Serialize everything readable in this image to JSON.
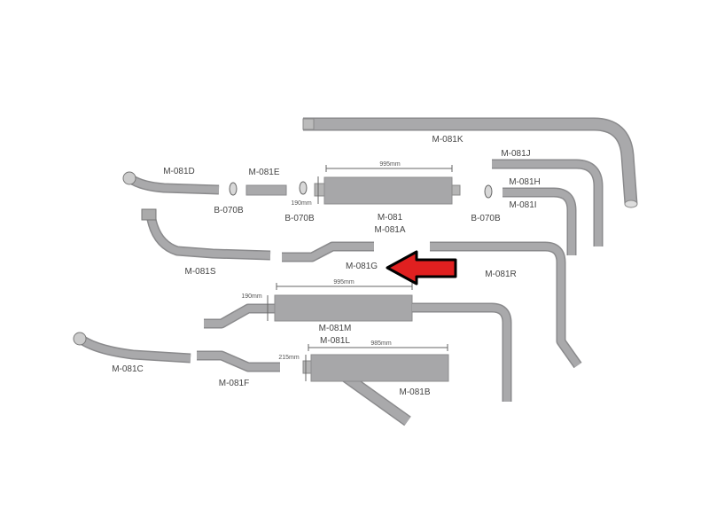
{
  "parts": {
    "k": "M-081K",
    "j": "M-081J",
    "h": "M-081H",
    "i": "M-081I",
    "d": "M-081D",
    "e": "M-081E",
    "clamp1": "B-070B",
    "clamp2": "B-070B",
    "clamp3": "B-070B",
    "m081": "M-081",
    "a": "M-081A",
    "s": "M-081S",
    "g": "M-081G",
    "r": "M-081R",
    "m": "M-081M",
    "l": "M-081L",
    "c": "M-081C",
    "f": "M-081F",
    "b": "M-081B"
  },
  "dimensions": {
    "muffler_top_length": "995mm",
    "muffler_top_diameter": "190mm",
    "muffler_m_length": "995mm",
    "muffler_m_diameter": "190mm",
    "muffler_b_length": "985mm",
    "muffler_b_diameter": "215mm"
  },
  "highlight": {
    "part": "M-081G",
    "arrow_color": "#e02020"
  }
}
